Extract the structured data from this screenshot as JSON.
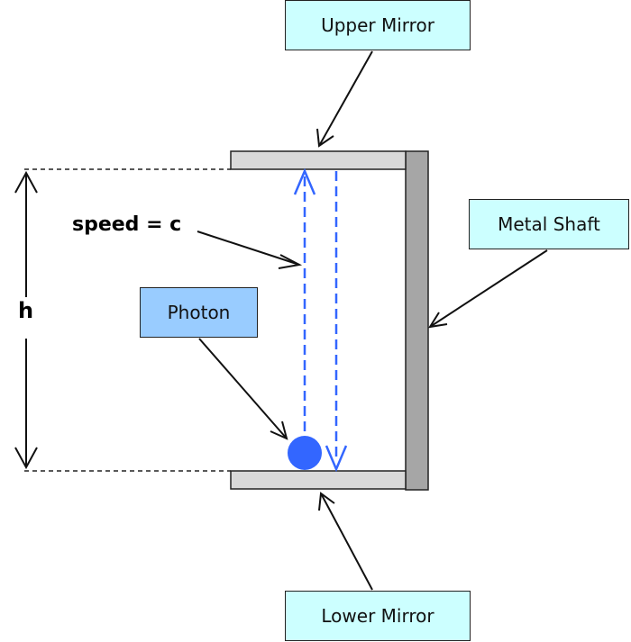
{
  "labels": {
    "upper_mirror": "Upper Mirror",
    "lower_mirror": "Lower Mirror",
    "metal_shaft": "Metal Shaft",
    "photon": "Photon",
    "speed": "speed = c",
    "height": "h"
  },
  "colors": {
    "callout_cyan": "#ccffff",
    "callout_blue": "#99ccff",
    "mirror_fill": "#d9d9d9",
    "shaft_fill": "#a6a6a6",
    "photon_fill": "#3366ff",
    "light_path": "#3366ff",
    "outline": "#222222"
  }
}
